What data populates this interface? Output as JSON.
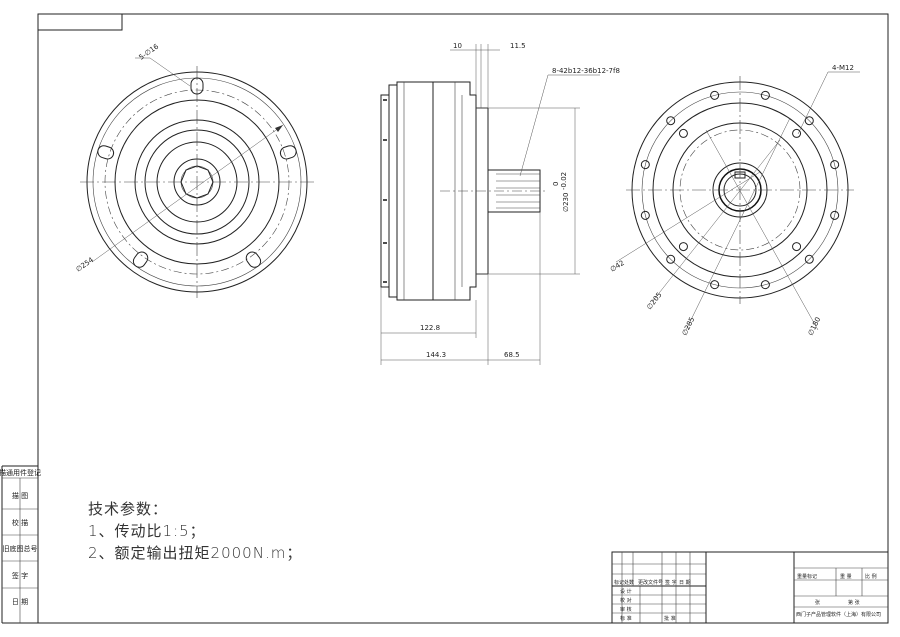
{
  "views": {
    "left": {
      "dims": {
        "holes": "5-∅16",
        "diameter": "∅254"
      }
    },
    "side": {
      "dims": {
        "d10": "10",
        "d115": "11.5",
        "spline": "8-42b12-36b12-7f8",
        "d230": "∅230",
        "tol_upper": "0",
        "tol_lower": "-0.02",
        "d1228": "122.8",
        "d1443": "144.3",
        "d685": "68.5"
      }
    },
    "right": {
      "dims": {
        "threads": "4-M12",
        "d42": "∅42",
        "d205": "∅205",
        "d285": "∅285",
        "d180": "∅180"
      }
    }
  },
  "side_labels": [
    "描通用件登记",
    "描 图",
    "校 描",
    "旧底图总号",
    "签 字",
    "日 期"
  ],
  "notes": {
    "title": "技术参数：",
    "line1": "1、传动比1:5；",
    "line2": "2、额定输出扭矩2000N.m；"
  },
  "title_block": {
    "labels": [
      "标记",
      "处数",
      "更改文件号",
      "签 字",
      "日 期",
      "设 计",
      "校 对",
      "审 核",
      "标 准",
      "批 准"
    ],
    "right_head": [
      "重量标记",
      "重 量",
      "比 例"
    ],
    "sheet": [
      "张",
      "第 张"
    ],
    "company": "西门子产品管理软件（上海）有限公司"
  }
}
